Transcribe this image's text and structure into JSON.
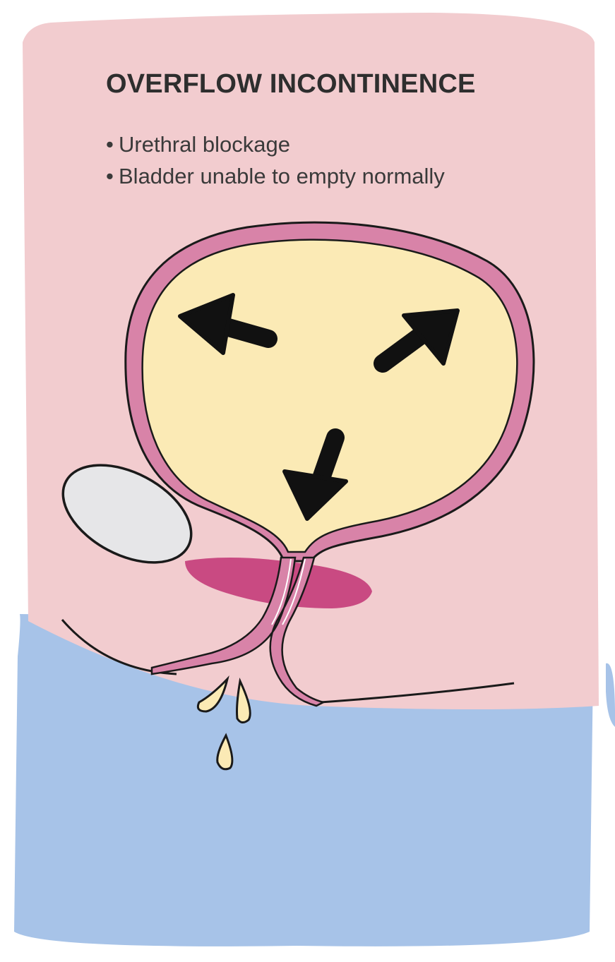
{
  "title": "OVERFLOW INCONTINENCE",
  "bullets": [
    "Urethral blockage",
    "Bladder unable to empty normally"
  ],
  "colors": {
    "panel_background": "#f2cccf",
    "lower_panel": "#a7c3e8",
    "bladder_wall": "#d883a8",
    "bladder_urine": "#fbeab5",
    "bone": "#e6e6e8",
    "muscle": "#c94a82",
    "droplets": "#fbeab5",
    "outline": "#1a1a1a"
  },
  "icons": [
    "arrow-up-left-icon",
    "arrow-up-right-icon",
    "arrow-down-icon",
    "urine-drop-icon"
  ]
}
